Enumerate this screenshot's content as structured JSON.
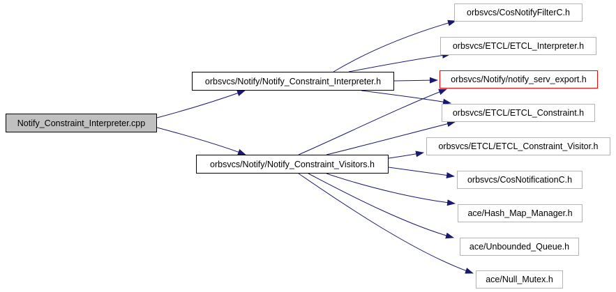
{
  "diagram": {
    "kind": "include-dependency-graph",
    "colors": {
      "edge": "#191970",
      "source_node_fill": "#c0c0c0",
      "node_fill": "#ffffff",
      "internal_node_border": "#000000",
      "external_node_border": "#b4b4b4",
      "highlighted_node_border": "#ff0000",
      "text": "#000000",
      "background": "#ffffff"
    },
    "nodes": [
      {
        "id": "cpp",
        "label": "Notify_Constraint_Interpreter.cpp"
      },
      {
        "id": "interp_h",
        "label": "orbsvcs/Notify/Notify_Constraint_Interpreter.h"
      },
      {
        "id": "visitors_h",
        "label": "orbsvcs/Notify/Notify_Constraint_Visitors.h"
      },
      {
        "id": "filterc",
        "label": "orbsvcs/CosNotifyFilterC.h"
      },
      {
        "id": "etcl_interp",
        "label": "orbsvcs/ETCL/ETCL_Interpreter.h"
      },
      {
        "id": "serv_export",
        "label": "orbsvcs/Notify/notify_serv_export.h"
      },
      {
        "id": "etcl_constr",
        "label": "orbsvcs/ETCL/ETCL_Constraint.h"
      },
      {
        "id": "etcl_cv",
        "label": "orbsvcs/ETCL/ETCL_Constraint_Visitor.h"
      },
      {
        "id": "cosnotif",
        "label": "orbsvcs/CosNotificationC.h"
      },
      {
        "id": "hashmap",
        "label": "ace/Hash_Map_Manager.h"
      },
      {
        "id": "unbounded",
        "label": "ace/Unbounded_Queue.h"
      },
      {
        "id": "nullmutex",
        "label": "ace/Null_Mutex.h"
      }
    ],
    "edges": [
      {
        "from": "cpp",
        "to": "interp_h"
      },
      {
        "from": "cpp",
        "to": "visitors_h"
      },
      {
        "from": "interp_h",
        "to": "filterc"
      },
      {
        "from": "interp_h",
        "to": "etcl_interp"
      },
      {
        "from": "interp_h",
        "to": "serv_export"
      },
      {
        "from": "interp_h",
        "to": "etcl_constr"
      },
      {
        "from": "visitors_h",
        "to": "serv_export"
      },
      {
        "from": "visitors_h",
        "to": "etcl_constr"
      },
      {
        "from": "visitors_h",
        "to": "etcl_cv"
      },
      {
        "from": "visitors_h",
        "to": "cosnotif"
      },
      {
        "from": "visitors_h",
        "to": "hashmap"
      },
      {
        "from": "visitors_h",
        "to": "unbounded"
      },
      {
        "from": "visitors_h",
        "to": "nullmutex"
      }
    ]
  }
}
